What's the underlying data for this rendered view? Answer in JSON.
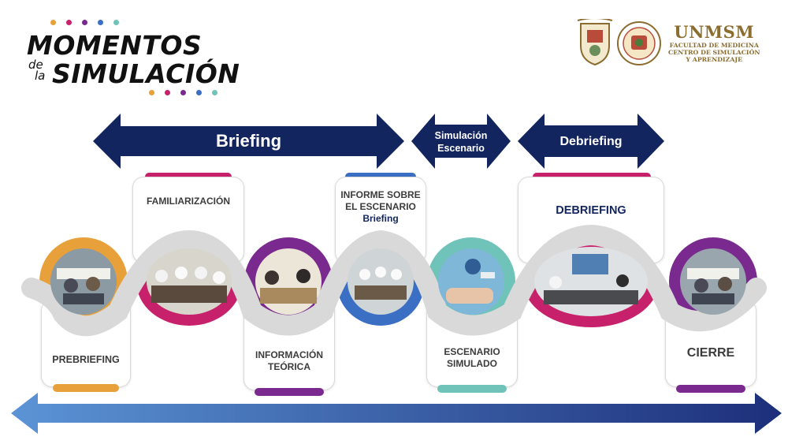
{
  "title": {
    "line1": "MOMENTOS",
    "de": "de",
    "la": "la",
    "line2": "SIMULACIÓN"
  },
  "palette": {
    "navy": "#13255f",
    "orange": "#e8a13a",
    "magenta": "#c8216b",
    "purple": "#7a2a8e",
    "blue": "#3a6fc4",
    "teal": "#6fc3b9",
    "gold": "#8a6d2f"
  },
  "institution": {
    "name": "UNMSM",
    "line1": "FACULTAD DE MEDICINA",
    "line2": "CENTRO DE SIMULACIÓN",
    "line3": "Y APRENDIZAJE"
  },
  "phases": [
    {
      "label": "Briefing"
    },
    {
      "label_line1": "Simulación",
      "label_line2": "Escenario"
    },
    {
      "label": "Debriefing"
    }
  ],
  "steps": [
    {
      "label": "PREBRIEFING",
      "color": "#e8a13a",
      "position": "bottom"
    },
    {
      "label": "FAMILIARIZACIÓN",
      "color": "#c8216b",
      "position": "top"
    },
    {
      "label_line1": "INFORMACIÓN",
      "label_line2": "TEÓRICA",
      "color": "#7a2a8e",
      "position": "bottom"
    },
    {
      "label_line1": "INFORME SOBRE",
      "label_line2": "EL ESCENARIO",
      "sublabel": "Briefing",
      "color": "#3a6fc4",
      "position": "top"
    },
    {
      "label_line1": "ESCENARIO",
      "label_line2": "SIMULADO",
      "color": "#6fc3b9",
      "position": "bottom"
    },
    {
      "label": "DEBRIEFING",
      "color": "#c8216b",
      "position": "top"
    },
    {
      "label": "CIERRE",
      "color": "#7a2a8e",
      "position": "bottom"
    }
  ],
  "icons": [
    "logo-crest-icon",
    "logo-medicine-seal-icon",
    "photo-icon"
  ]
}
